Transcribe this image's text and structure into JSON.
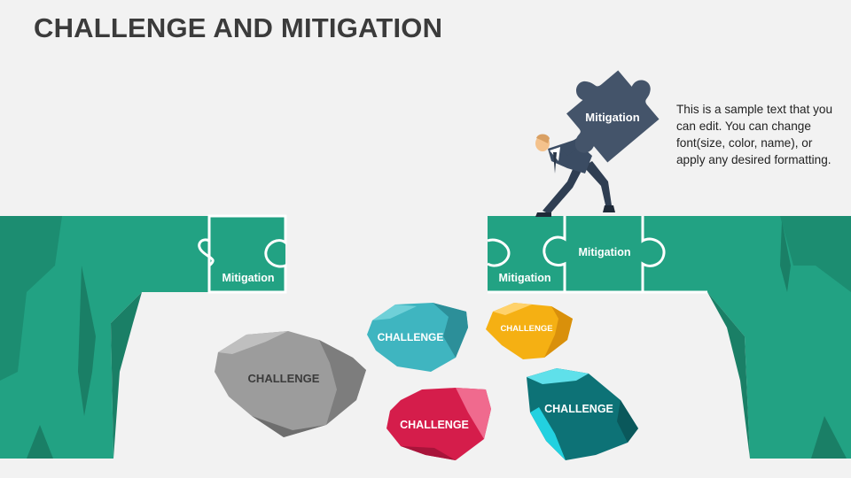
{
  "title": "CHALLENGE AND MITIGATION",
  "sample_text": "This is a sample text that you can edit. You can change font(size, color, name), or apply any desired formatting.",
  "mitigation": {
    "left_piece": "Mitigation",
    "right_piece_1": "Mitigation",
    "right_piece_2": "Mitigation",
    "carried_piece": "Mitigation"
  },
  "challenges": {
    "gray": "CHALLENGE",
    "cyan": "CHALLENGE",
    "yellow": "CHALLENGE",
    "red": "CHALLENGE",
    "teal": "CHALLENGE"
  },
  "colors": {
    "cliff": "#22a283",
    "cliff_dark": "#1a7f66",
    "carried_piece": "#44546a",
    "gray_rock": "#9c9c9c",
    "cyan_rock": "#3fb5c0",
    "yellow_rock": "#f5b013",
    "red_rock": "#d51d4b",
    "teal_rock": "#0d7276"
  }
}
